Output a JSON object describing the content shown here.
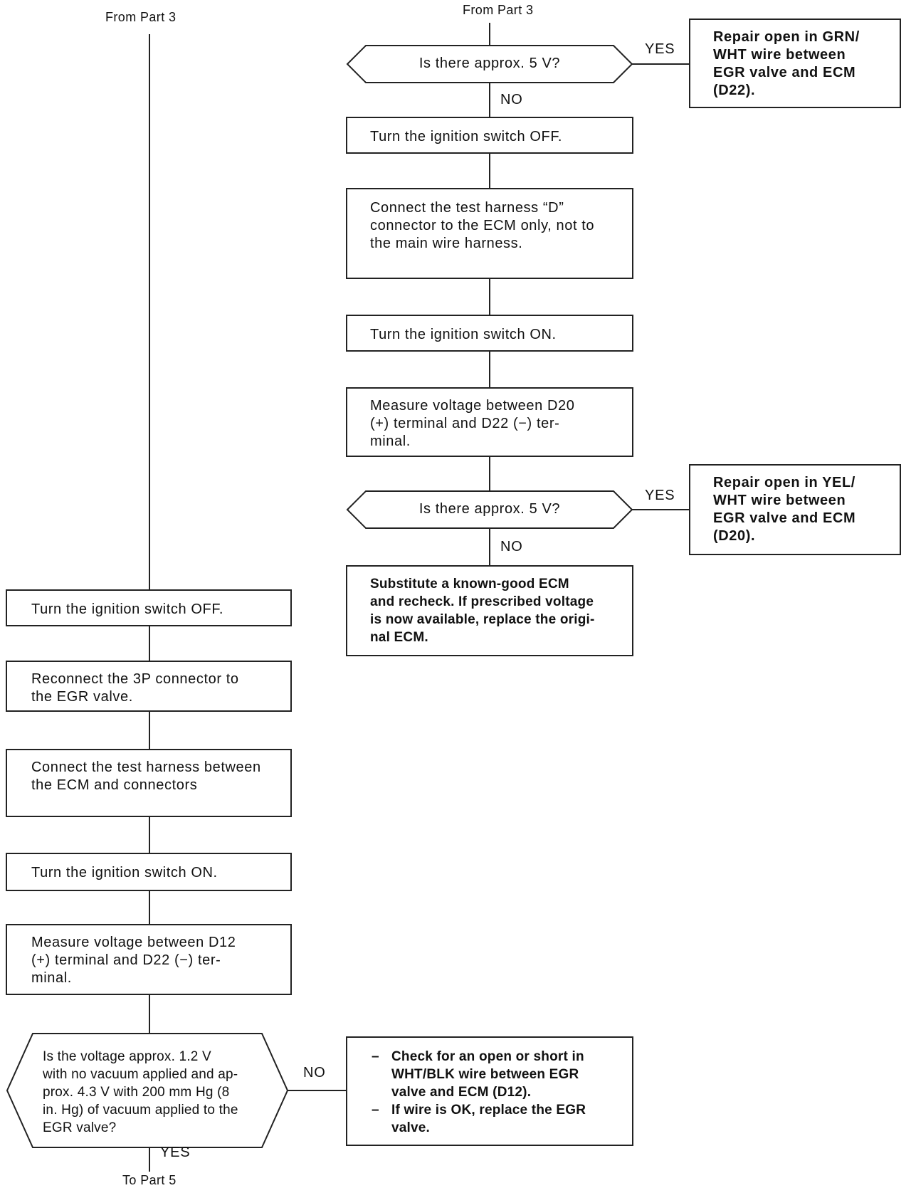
{
  "connectors": {
    "left_from": "From Part 3",
    "right_from": "From Part 3",
    "to": "To Part 5"
  },
  "labels": {
    "yes": "YES",
    "no": "NO"
  },
  "right_flow": {
    "q1": "Is there approx. 5 V?",
    "q1_yes_result": [
      "Repair open in GRN/",
      "WHT wire between",
      "EGR valve and ECM",
      "(D22)."
    ],
    "s1": "Turn the ignition switch OFF.",
    "s2": [
      "Connect the test harness “D”",
      "connector to the ECM only, not to",
      "the main wire harness."
    ],
    "s3": "Turn the ignition switch ON.",
    "s4": [
      "Measure voltage between D20",
      "(+) terminal and D22 (−) ter-",
      "minal."
    ],
    "q2": "Is there approx. 5 V?",
    "q2_yes_result": [
      "Repair open in YEL/",
      "WHT wire between",
      "EGR valve and ECM",
      "(D20)."
    ],
    "q2_no_result": [
      "Substitute a known-good ECM",
      "and recheck. If prescribed voltage",
      "is now available, replace the origi-",
      "nal ECM."
    ]
  },
  "left_flow": {
    "s1": "Turn the ignition switch OFF.",
    "s2": [
      "Reconnect the 3P connector to",
      "the EGR valve."
    ],
    "s3": [
      "Connect the test harness between",
      "the ECM and connectors"
    ],
    "s4": "Turn the ignition switch ON.",
    "s5": [
      "Measure voltage between D12",
      "(+) terminal and D22 (−) ter-",
      "minal."
    ],
    "q": [
      "Is the voltage approx. 1.2 V",
      "with no vacuum applied and ap-",
      "prox. 4.3 V with 200 mm Hg (8",
      "in. Hg) of vacuum applied to the",
      "EGR valve?"
    ],
    "q_no_result": [
      "Check for an open or short in",
      "WHT/BLK wire between EGR",
      "valve and ECM (D12).",
      "If wire is OK, replace the EGR",
      "valve."
    ]
  }
}
